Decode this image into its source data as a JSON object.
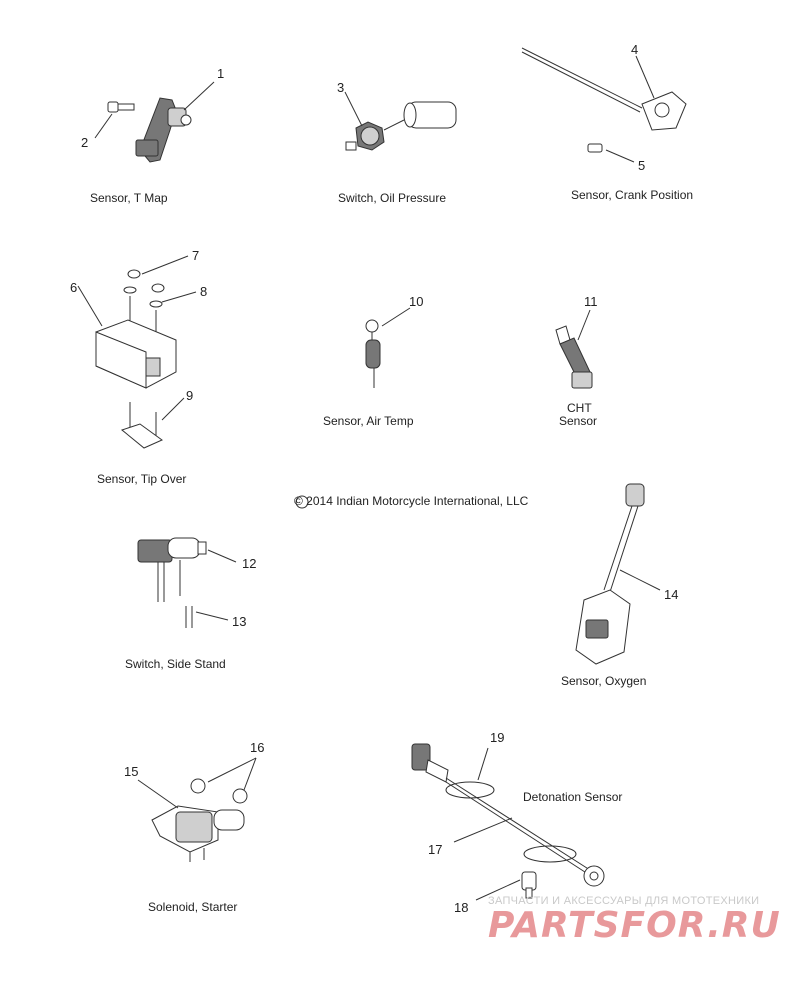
{
  "labels": {
    "t_map": "Sensor, T Map",
    "oil_pressure": "Switch, Oil Pressure",
    "crank_position": "Sensor, Crank Position",
    "tip_over": "Sensor, Tip Over",
    "air_temp": "Sensor, Air Temp",
    "cht_line1": "CHT",
    "cht_line2": "Sensor",
    "side_stand": "Switch, Side Stand",
    "oxygen": "Sensor, Oxygen",
    "detonation": "Detonation Sensor",
    "solenoid": "Solenoid, Starter"
  },
  "copyright": "© 2014 Indian Motorcycle International, LLC",
  "callouts": [
    "1",
    "2",
    "3",
    "4",
    "5",
    "6",
    "7",
    "8",
    "9",
    "10",
    "11",
    "12",
    "13",
    "14",
    "15",
    "16",
    "17",
    "18",
    "19"
  ],
  "watermark": {
    "tagline": "ЗАПЧАСТИ И АКСЕССУАРЫ ДЛЯ МОТОТЕХНИКИ",
    "logo": "PARTSFOR.RU"
  },
  "colors": {
    "line": "#333333",
    "watermark": "#e8999b"
  }
}
